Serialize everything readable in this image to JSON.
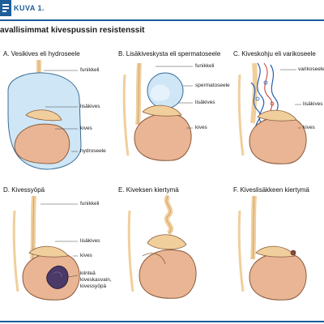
{
  "header": {
    "figure_label": "KUVA 1."
  },
  "title": "avallisimmat kivespussin resistenssit",
  "panels": [
    {
      "title": "A. Vesikives eli hydroseele",
      "labels": [
        "funikkeli",
        "lisäkives",
        "kives",
        "hydroseele"
      ]
    },
    {
      "title": "B. Lisäkiveskysta eli spermatoseele",
      "labels": [
        "funikkeli",
        "spermatoseele",
        "lisäkives",
        "kives"
      ]
    },
    {
      "title": "C. Kiveskohju eli varikoseele",
      "labels": [
        "varikoseele",
        "lisäkives",
        "kives"
      ]
    },
    {
      "title": "D. Kivessyöpä",
      "labels": [
        "funikkeli",
        "lisäkives",
        "kives",
        "kiinteä kiveskasvain, kivessyöpä"
      ]
    },
    {
      "title": "E. Kiveksen kiertymä",
      "labels": []
    },
    {
      "title": "F. Kiveslisäkkeen kiertymä",
      "labels": []
    }
  ],
  "colors": {
    "accent": "#1d5d9a",
    "testis": "#e9b594",
    "testis_shadow": "#c98a63",
    "cord": "#f1cf9c",
    "hydrocele": "#cfe6f6",
    "tumor": "#4b3a68"
  }
}
